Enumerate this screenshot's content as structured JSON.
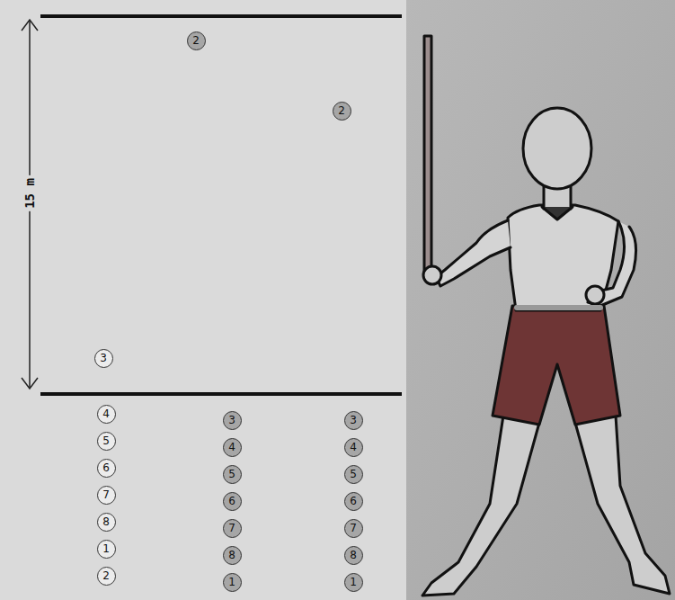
{
  "diagram": {
    "nodes": [
      {
        "text": [
          "2"
        ]
      },
      {
        "text": [
          "2"
        ]
      },
      {
        "text": [
          "3"
        ]
      },
      {
        "text": [
          "4"
        ]
      },
      {
        "text": [
          "3"
        ]
      },
      {
        "text": [
          "3"
        ]
      },
      {
        "text": [
          "5"
        ]
      },
      {
        "text": [
          "4"
        ]
      },
      {
        "text": [
          "4"
        ]
      },
      {
        "text": [
          "6"
        ]
      },
      {
        "text": [
          "5"
        ]
      },
      {
        "text": [
          "5"
        ]
      },
      {
        "text": [
          "7"
        ]
      },
      {
        "text": [
          "6"
        ]
      },
      {
        "text": [
          "6"
        ]
      },
      {
        "text": [
          "8"
        ]
      },
      {
        "text": [
          "7"
        ]
      },
      {
        "text": [
          "7"
        ]
      },
      {
        "text": [
          "1"
        ]
      },
      {
        "text": [
          "8"
        ]
      },
      {
        "text": [
          "8"
        ]
      },
      {
        "text": [
          "2"
        ]
      },
      {
        "text": [
          "1"
        ]
      },
      {
        "text": [
          "1"
        ]
      }
    ],
    "labels": [
      "15 m"
    ]
  }
}
